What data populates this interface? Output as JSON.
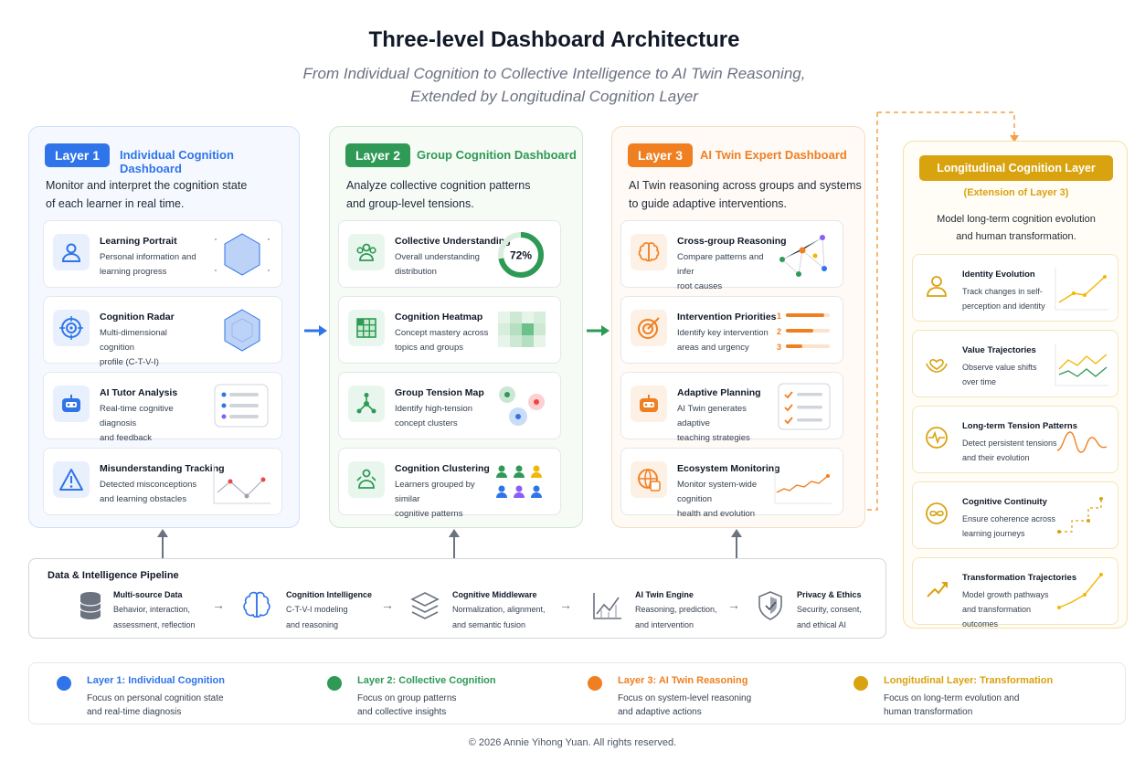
{
  "header": {
    "title": "Three-level Dashboard Architecture",
    "subtitle_line1": "From Individual Cognition to Collective Intelligence to AI Twin Reasoning,",
    "subtitle_line2": "Extended by Longitudinal Cognition Layer"
  },
  "colors": {
    "layer1": "#2f74e8",
    "layer2": "#2e9a55",
    "layer3": "#f07f22",
    "longitudinal": "#d9a20f"
  },
  "layer1": {
    "badge": "Layer 1",
    "title": "Individual Cognition Dashboard",
    "desc_line1": "Monitor and interpret the cognition state",
    "desc_line2": "of each learner in real time.",
    "cards": [
      {
        "title": "Learning Portrait",
        "line1": "Personal information and",
        "line2": "learning progress",
        "icon": "person-icon"
      },
      {
        "title": "Cognition Radar",
        "line1": "Multi-dimensional cognition",
        "line2": "profile (C-T-V-I)",
        "icon": "target-icon"
      },
      {
        "title": "AI Tutor Analysis",
        "line1": "Real-time cognitive diagnosis",
        "line2": "and feedback",
        "icon": "robot-icon"
      },
      {
        "title": "Misunderstanding Tracking",
        "line1": "Detected misconceptions",
        "line2": "and learning obstacles",
        "icon": "warning-icon"
      }
    ]
  },
  "layer2": {
    "badge": "Layer 2",
    "title": "Group Cognition Dashboard",
    "desc_line1": "Analyze collective cognition patterns",
    "desc_line2": "and group-level tensions.",
    "donut_value": "72%",
    "cards": [
      {
        "title": "Collective Understanding",
        "line1": "Overall understanding",
        "line2": "distribution",
        "icon": "group-icon"
      },
      {
        "title": "Cognition Heatmap",
        "line1": "Concept mastery across",
        "line2": "topics and groups",
        "icon": "grid-icon"
      },
      {
        "title": "Group Tension Map",
        "line1": "Identify high-tension",
        "line2": "concept clusters",
        "icon": "network-icon"
      },
      {
        "title": "Cognition Clustering",
        "line1": "Learners grouped by similar",
        "line2": "cognitive patterns",
        "icon": "cluster-icon"
      }
    ]
  },
  "layer3": {
    "badge": "Layer 3",
    "title": "AI Twin Expert Dashboard",
    "desc_line1": "AI Twin reasoning across groups and systems",
    "desc_line2": "to guide adaptive interventions.",
    "priorities": [
      "1",
      "2",
      "3"
    ],
    "cards": [
      {
        "title": "Cross-group Reasoning",
        "line1": "Compare patterns and infer",
        "line2": "root causes",
        "icon": "brain-icon"
      },
      {
        "title": "Intervention Priorities",
        "line1": "Identify key intervention",
        "line2": "areas and urgency",
        "icon": "target-arrow-icon"
      },
      {
        "title": "Adaptive Planning",
        "line1": "AI Twin generates adaptive",
        "line2": "teaching strategies",
        "icon": "robot-icon"
      },
      {
        "title": "Ecosystem Monitoring",
        "line1": "Monitor system-wide cognition",
        "line2": "health and evolution",
        "icon": "globe-icon"
      }
    ]
  },
  "longitudinal": {
    "title": "Longitudinal Cognition Layer",
    "subtitle": "(Extension of Layer 3)",
    "desc_line1": "Model long-term cognition evolution",
    "desc_line2": "and human transformation.",
    "cards": [
      {
        "title": "Identity Evolution",
        "line1": "Track changes in self-",
        "line2": "perception and identity",
        "icon": "person-icon"
      },
      {
        "title": "Value Trajectories",
        "line1": "Observe value shifts",
        "line2": "over time",
        "icon": "heart-hands-icon"
      },
      {
        "title": "Long-term Tension Patterns",
        "line1": "Detect persistent tensions",
        "line2": "and their evolution",
        "icon": "pulse-icon"
      },
      {
        "title": "Cognitive Continuity",
        "line1": "Ensure coherence across",
        "line2": "learning journeys",
        "icon": "infinity-icon"
      },
      {
        "title": "Transformation Trajectories",
        "line1": "Model growth pathways",
        "line2": "and transformation outcomes",
        "icon": "trend-up-icon"
      }
    ]
  },
  "pipeline": {
    "title": "Data & Intelligence Pipeline",
    "steps": [
      {
        "title": "Multi-source Data",
        "line1": "Behavior, interaction,",
        "line2": "assessment, reflection",
        "icon": "database-icon"
      },
      {
        "title": "Cognition Intelligence",
        "line1": "C-T-V-I modeling",
        "line2": "and reasoning",
        "icon": "brain-icon"
      },
      {
        "title": "Cognitive Middleware",
        "line1": "Normalization, alignment,",
        "line2": "and semantic fusion",
        "icon": "layers-icon"
      },
      {
        "title": "AI Twin Engine",
        "line1": "Reasoning, prediction,",
        "line2": "and intervention",
        "icon": "chart-icon"
      },
      {
        "title": "Privacy & Ethics",
        "line1": "Security, consent,",
        "line2": "and ethical AI",
        "icon": "shield-icon"
      }
    ]
  },
  "legend": [
    {
      "title": "Layer 1: Individual Cognition",
      "line1": "Focus on personal cognition state",
      "line2": "and real-time diagnosis",
      "color": "#2f74e8"
    },
    {
      "title": "Layer 2: Collective Cognition",
      "line1": "Focus on group patterns",
      "line2": "and collective insights",
      "color": "#2e9a55"
    },
    {
      "title": "Layer 3: AI Twin Reasoning",
      "line1": "Focus on system-level reasoning",
      "line2": "and adaptive actions",
      "color": "#f07f22"
    },
    {
      "title": "Longitudinal Layer: Transformation",
      "line1": "Focus on long-term evolution and",
      "line2": "human transformation",
      "color": "#d9a20f"
    }
  ],
  "footer": "© 2026 Annie Yihong Yuan. All rights reserved."
}
